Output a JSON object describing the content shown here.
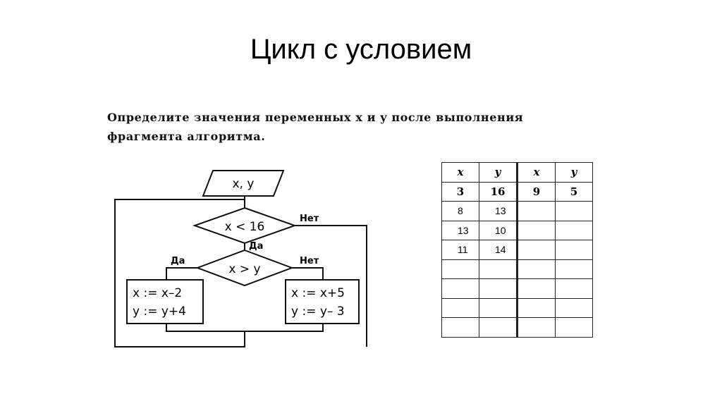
{
  "slide": {
    "title": "Цикл с условием",
    "task_line1": "Определите значения переменных x и y после выполнения",
    "task_line2": "фрагмента алгоритма."
  },
  "flowchart": {
    "input": "x, y",
    "loop_condition": "x < 16",
    "loop_exit_label": "Нет",
    "loop_enter_label": "Да",
    "branch_condition": "x > y",
    "branch_yes_label": "Да",
    "branch_no_label": "Нет",
    "yes_block_line1": "x := x–2",
    "yes_block_line2": "y := y+4",
    "no_block_line1": "x := x+5",
    "no_block_line2": "y := y– 3"
  },
  "table": {
    "headers": [
      "x",
      "y",
      "x",
      "y"
    ],
    "initial": [
      "3",
      "16",
      "9",
      "5"
    ],
    "rows": [
      [
        "8",
        "13",
        "",
        ""
      ],
      [
        "13",
        "10",
        "",
        ""
      ],
      [
        "11",
        "14",
        "",
        ""
      ],
      [
        "",
        "",
        "",
        ""
      ],
      [
        "",
        "",
        "",
        ""
      ],
      [
        "",
        "",
        "",
        ""
      ],
      [
        "",
        "",
        "",
        ""
      ]
    ]
  }
}
